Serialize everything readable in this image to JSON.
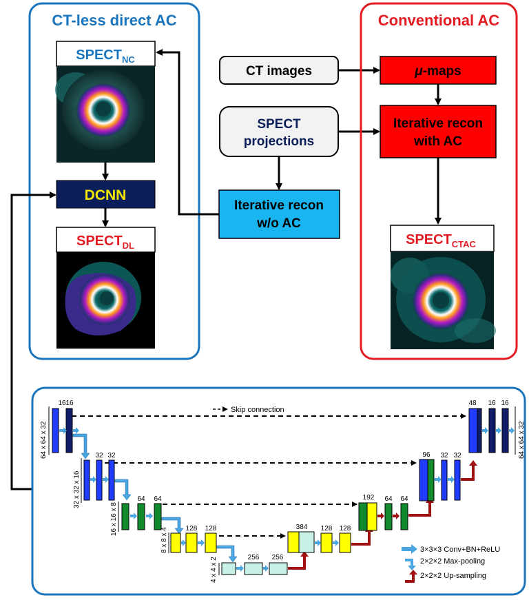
{
  "left_panel": {
    "title": "CT-less direct AC",
    "spect_nc": {
      "base": "SPECT",
      "sub": "NC"
    },
    "dcnn_label": "DCNN",
    "spect_dl": {
      "base": "SPECT",
      "sub": "DL"
    }
  },
  "right_panel": {
    "title": "Conventional AC",
    "mu_maps": {
      "mu": "μ",
      "rest": "-maps"
    },
    "iter_recon_ac": [
      "Iterative recon",
      "with AC"
    ],
    "spect_ctac": {
      "base": "SPECT",
      "sub": "CTAC"
    }
  },
  "middle": {
    "ct_images": "CT images",
    "spect_projections": [
      "SPECT",
      "projections"
    ],
    "iter_recon_noac": [
      "Iterative recon",
      "w/o AC"
    ]
  },
  "unet": {
    "skip_label": "Skip connection",
    "channels": {
      "l1_left": [
        "16",
        "16"
      ],
      "l2_left": [
        "32",
        "32"
      ],
      "l3_left": [
        "64",
        "64"
      ],
      "l4_left": [
        "128",
        "128"
      ],
      "l5": [
        "256",
        "256"
      ],
      "l4_right": [
        "384",
        "128",
        "128"
      ],
      "l3_right": [
        "192",
        "64",
        "64"
      ],
      "l2_right": [
        "96",
        "32",
        "32"
      ],
      "l1_right": [
        "48",
        "16",
        "16"
      ]
    },
    "dims": {
      "l1": "64 x 64 x 32",
      "l2": "32 x 32 x 16",
      "l3": "16 x 16 x 8",
      "l4": "8 x 8 x 4",
      "l5": "4 x 4 x 2",
      "l1_right": "64 x 64 x 32"
    },
    "legend": {
      "conv": "3×3×3 Conv+BN+ReLU",
      "pool": "2×2×2 Max-pooling",
      "up": "2×2×2 Up-sampling"
    }
  },
  "colors": {
    "left_frame": "#1a75bc",
    "right_frame": "#e31b23",
    "dcnn_bg": "#0a1e5a",
    "dcnn_text": "#f3e600",
    "red_box": "#ff0000",
    "cyan_box": "#19b5f0",
    "gray_box": "#f2f2f2",
    "unet_frame": "#1a75bc",
    "navy_bar": "#101c6a",
    "blue_bar": "#1f3cff",
    "green_bar": "#128a2d",
    "yellow_bar": "#ffff00",
    "mint_bar": "#c8f0e6",
    "conv_arrow": "#4aa6e0",
    "up_arrow": "#a01010"
  }
}
